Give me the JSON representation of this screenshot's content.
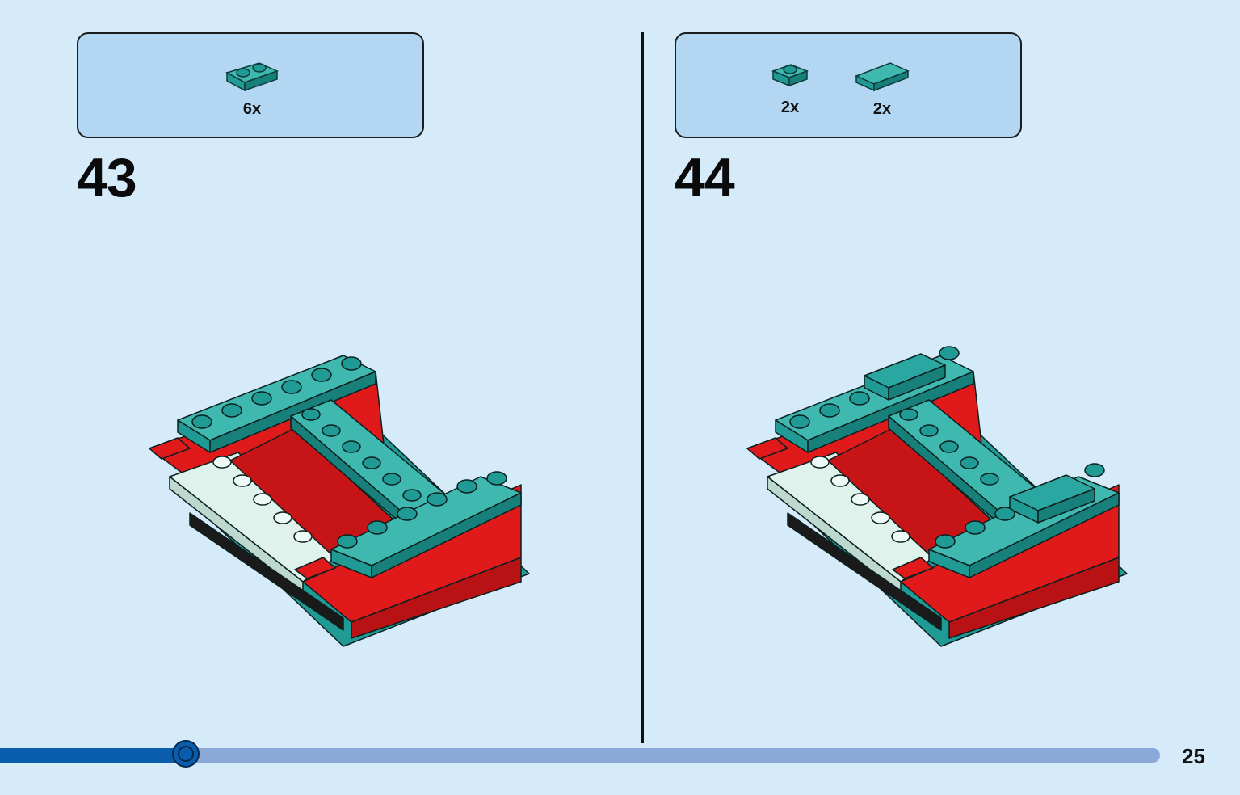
{
  "steps": [
    {
      "number": "43",
      "parts": [
        {
          "icon": "teal-plate-1x2-icon",
          "qty": "6x"
        }
      ]
    },
    {
      "number": "44",
      "parts": [
        {
          "icon": "teal-plate-1x1-icon",
          "qty": "2x"
        },
        {
          "icon": "teal-tile-1x2-icon",
          "qty": "2x"
        }
      ]
    }
  ],
  "progress": {
    "fraction": 0.16
  },
  "page_number": "25",
  "colors": {
    "background": "#d6ebfa",
    "parts_box": "#b3d7f3",
    "teal": "#1f9a94",
    "red": "#e0191b",
    "white_part": "#dff3ec",
    "progress_fill": "#0a5cad",
    "progress_track": "#8aa8d8"
  }
}
